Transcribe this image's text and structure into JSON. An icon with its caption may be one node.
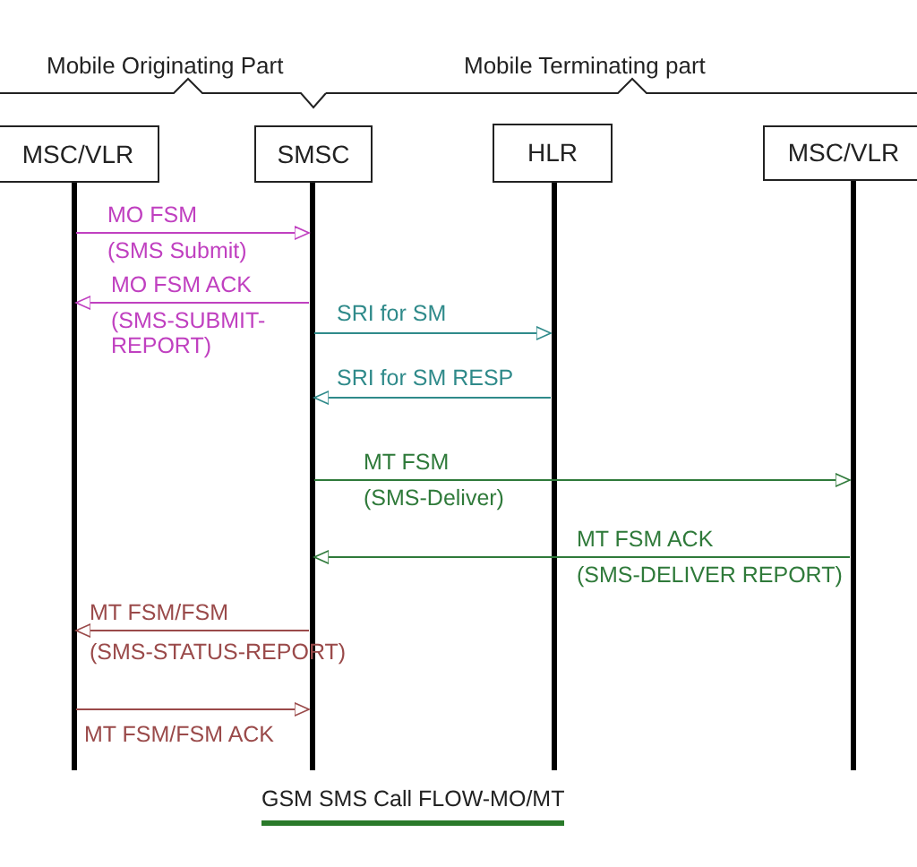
{
  "diagram": {
    "caption": "GSM SMS Call FLOW-MO/MT",
    "nodes": [
      {
        "text": [
          "MSC/VLR"
        ]
      },
      {
        "text": [
          "SMSC"
        ]
      },
      {
        "text": [
          "HLR"
        ]
      },
      {
        "text": [
          "MSC/VLR"
        ]
      }
    ],
    "edges": [
      {
        "from": 0,
        "to": 1,
        "arrow": "to",
        "label": "MO FSM (SMS Submit)",
        "color": "#c040c0"
      },
      {
        "from": 1,
        "to": 0,
        "arrow": "to",
        "label": "MO FSM ACK (SMS-SUBMIT-REPORT)",
        "color": "#c040c0"
      },
      {
        "from": 1,
        "to": 2,
        "arrow": "to",
        "label": "SRI for SM",
        "color": "#2f8a8a"
      },
      {
        "from": 2,
        "to": 1,
        "arrow": "to",
        "label": "SRI for SM RESP",
        "color": "#2f8a8a"
      },
      {
        "from": 1,
        "to": 3,
        "arrow": "to",
        "label": "MT FSM (SMS-Deliver)",
        "color": "#2f7a3a"
      },
      {
        "from": 3,
        "to": 1,
        "arrow": "to",
        "label": "MT FSM ACK (SMS-DELIVER REPORT)",
        "color": "#2f7a3a"
      },
      {
        "from": 1,
        "to": 0,
        "arrow": "to",
        "label": "MT FSM/FSM (SMS-STATUS-REPORT)",
        "color": "#9a4a4a"
      },
      {
        "from": 0,
        "to": 1,
        "arrow": "to",
        "label": "MT FSM/FSM ACK",
        "color": "#9a4a4a"
      }
    ],
    "labels": [
      "Mobile Originating Part",
      "Mobile Terminating part"
    ]
  }
}
